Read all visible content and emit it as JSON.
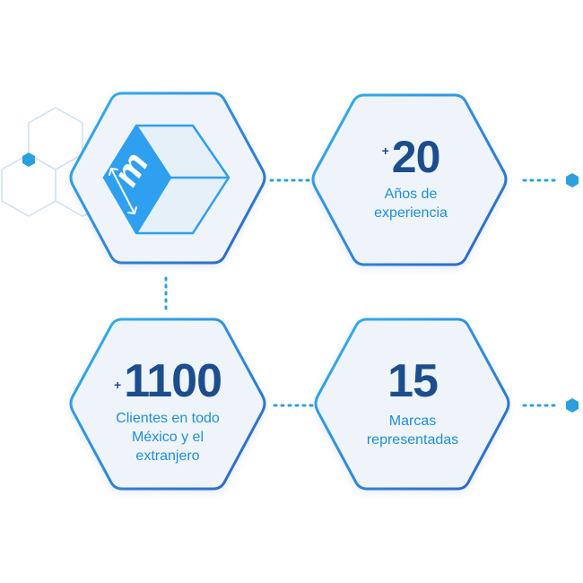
{
  "colors": {
    "hex_fill": "#eef4f9",
    "hex_stroke_light": "#35b3ec",
    "hex_stroke_dark": "#2c63c9",
    "number_text": "#1c4e8e",
    "label_text": "#1f8fd8",
    "connector": "#2ba0dc",
    "decor_hex": "#cfe0ef",
    "decor_dot": "#2ba0dc",
    "cube_blue": "#2f9ff0",
    "cube_light": "#e6f0f8"
  },
  "logo": {
    "icon": "cube-logo-icon",
    "letter": "m"
  },
  "stats": [
    {
      "prefix": "+",
      "value": "20",
      "label_lines": [
        "Años de",
        "experiencia"
      ]
    },
    {
      "prefix": "+",
      "value": "1100",
      "label_lines": [
        "Clientes en todo",
        "México y el",
        "extranjero"
      ]
    },
    {
      "prefix": "",
      "value": "15",
      "label_lines": [
        "Marcas",
        "representadas"
      ]
    }
  ]
}
